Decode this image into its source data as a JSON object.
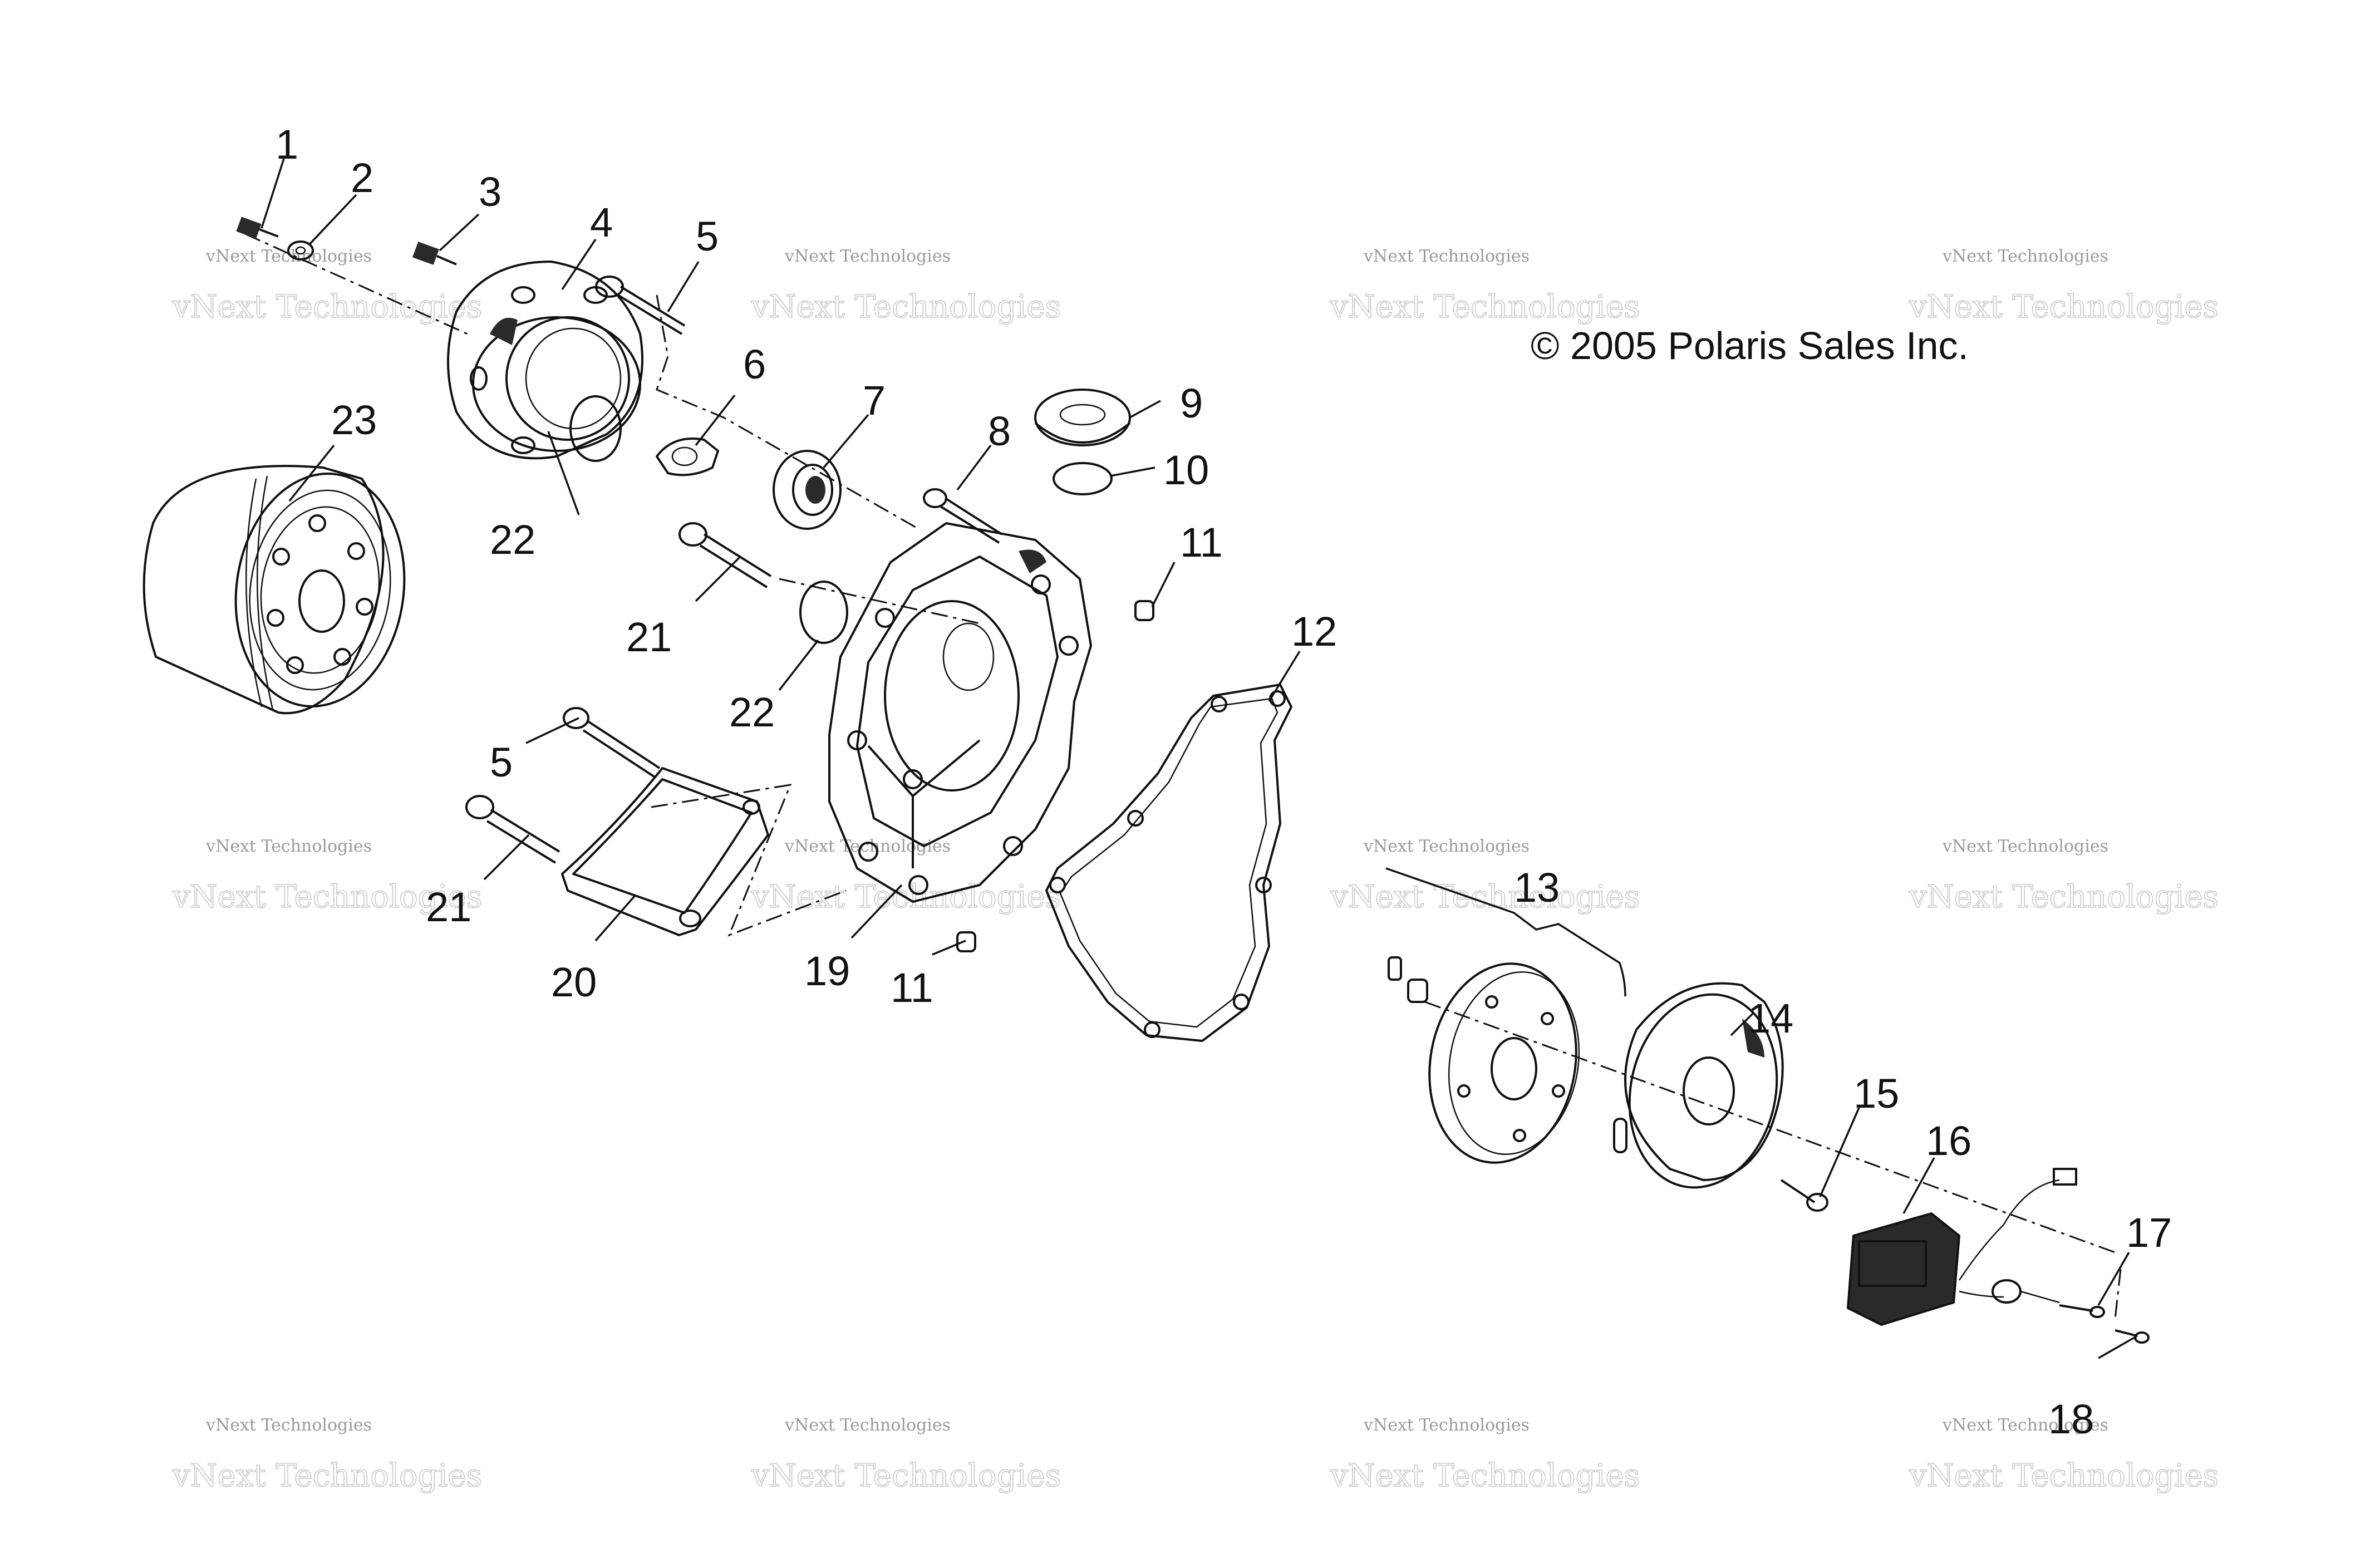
{
  "copyright": "© 2005 Polaris Sales Inc.",
  "watermark": {
    "line1": "vNext Technologies",
    "line2": "vNext Technologies"
  },
  "callouts": {
    "c1": "1",
    "c2": "2",
    "c3": "3",
    "c4": "4",
    "c5a": "5",
    "c5b": "5",
    "c6": "6",
    "c7": "7",
    "c8": "8",
    "c9": "9",
    "c10": "10",
    "c11a": "11",
    "c11b": "11",
    "c12": "12",
    "c13": "13",
    "c14": "14",
    "c15": "15",
    "c16": "16",
    "c17": "17",
    "c18": "18",
    "c19": "19",
    "c20": "20",
    "c21a": "21",
    "c21b": "21",
    "c22a": "22",
    "c22b": "22",
    "c23": "23"
  },
  "icons": {
    "parts": [
      "bolt-icon",
      "washer-icon",
      "oil-filter-icon",
      "pump-cover-icon",
      "crankcase-cover-icon",
      "gasket-icon",
      "flywheel-icon",
      "stator-icon"
    ]
  }
}
